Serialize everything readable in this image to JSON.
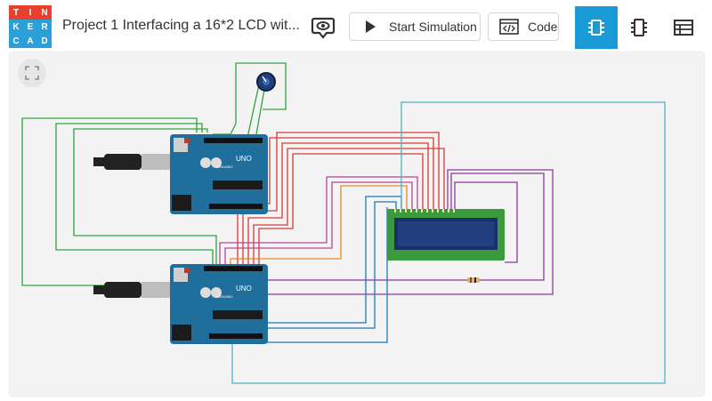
{
  "app": {
    "logo_letters": [
      "T",
      "I",
      "N",
      "K",
      "E",
      "R",
      "C",
      "A",
      "D"
    ],
    "logo_colors": [
      "#e8402d",
      "#e8402d",
      "#e8402d",
      "#2a9fd8",
      "#2a9fd8",
      "#2a9fd8",
      "#2a9fd8",
      "#2a9fd8",
      "#2a9fd8"
    ],
    "title": "Project 1 Interfacing a 16*2 LCD wit..."
  },
  "toolbar": {
    "chat_icon": "speech-bubble-eye-icon",
    "start_simulation_label": "Start Simulation",
    "code_label": "Code",
    "tabs": [
      {
        "name": "components-view",
        "icon": "chip-icon",
        "active": true
      },
      {
        "name": "schematic-view",
        "icon": "ic-outline-icon",
        "active": false
      },
      {
        "name": "bom-view",
        "icon": "table-icon",
        "active": false
      }
    ]
  },
  "colors": {
    "accent": "#1a9ad6",
    "arduino_board": "#1f6e9c",
    "lcd_body": "#3b9a3b",
    "lcd_screen": "#1b2f6a",
    "wire_green": "#2ea43f",
    "wire_red": "#d93a3a",
    "wire_purple": "#8b3a9a",
    "wire_teal": "#4fb3c2",
    "wire_orange": "#e08a2a",
    "wire_blue": "#1f7ab8"
  },
  "circuit": {
    "boards": [
      {
        "label": "UNO",
        "sub": "ARDUINO"
      },
      {
        "label": "UNO",
        "sub": "ARDUINO"
      }
    ],
    "components": [
      "potentiometer",
      "lcd-16x2",
      "resistor",
      "usb-cable",
      "usb-cable"
    ]
  }
}
